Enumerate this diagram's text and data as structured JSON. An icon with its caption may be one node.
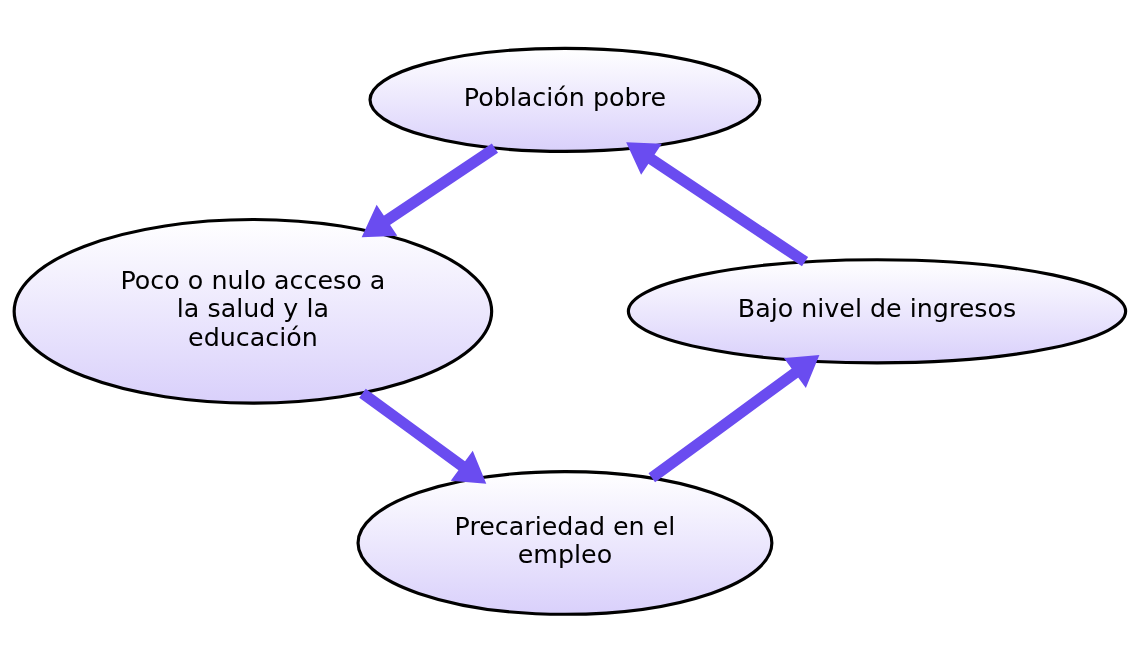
{
  "diagram": {
    "nodes": [
      {
        "text": [
          "Población pobre"
        ]
      },
      {
        "text": [
          "Poco o nulo acceso a la salud y la educación"
        ]
      },
      {
        "text": [
          "Precariedad en el empleo"
        ]
      },
      {
        "text": [
          "Bajo nivel de ingresos"
        ]
      }
    ],
    "edges": [
      {
        "from": 0,
        "to": 1,
        "arrow": "to"
      },
      {
        "from": 1,
        "to": 2,
        "arrow": "to"
      },
      {
        "from": 2,
        "to": 3,
        "arrow": "to"
      },
      {
        "from": 3,
        "to": 0,
        "arrow": "to"
      }
    ]
  }
}
